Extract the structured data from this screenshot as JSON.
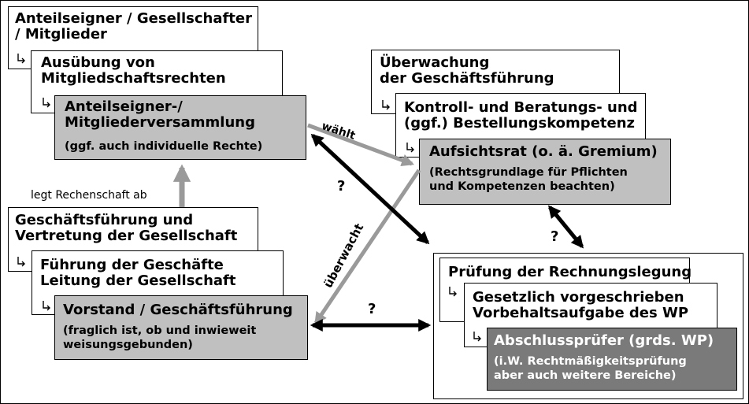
{
  "top_left": {
    "owners_box": "Anteilseigner / Gesellschafter\n/ Mitglieder",
    "rights_box": "Ausübung von\nMitgliedschaftsrechten",
    "assembly_box": {
      "title": "Anteilseigner-/\nMitgliederversammlung",
      "note": "(ggf. auch individuelle Rechte)"
    }
  },
  "top_right": {
    "supervision_box": "Überwachung\nder Geschäftsführung",
    "control_box": "Kontroll- und Beratungs- und\n(ggf.) Bestellungskompetenz",
    "board_box": {
      "title": "Aufsichtsrat (o. ä. Gremium)",
      "note": "(Rechtsgrundlage für Pflichten\nund Kompetenzen beachten)"
    }
  },
  "bottom_left": {
    "management_box": "Geschäftsführung und\nVertretung der Gesellschaft",
    "conduct_box": "Führung der Geschäfte\nLeitung der Gesellschaft",
    "executive_box": {
      "title": "Vorstand / Geschäftsführung",
      "note": "(fraglich ist, ob und inwieweit\nweisungsgebunden)"
    }
  },
  "bottom_right": {
    "audit_box": "Prüfung der Rechnungslegung",
    "mandate_box": "Gesetzlich vorgeschrieben\nVorbehaltsaufgabe des WP",
    "auditor_box": {
      "title": "Abschlussprüfer (grds. WP)",
      "note": "(i.W. Rechtmäßigkeitsprüfung\naber auch weitere Bereiche)"
    }
  },
  "relations": {
    "elects": "wählt",
    "accountable": "legt Rechenschaft ab",
    "supervises": "überwacht",
    "question": "?"
  },
  "icons": {
    "box_marker": "return-arrow-icon"
  },
  "colors": {
    "border": "#000000",
    "box_gray": "#c0c0c0",
    "box_dark": "#7a7a7a",
    "arrow_gray": "#9a9a9a",
    "arrow_black": "#000000"
  }
}
